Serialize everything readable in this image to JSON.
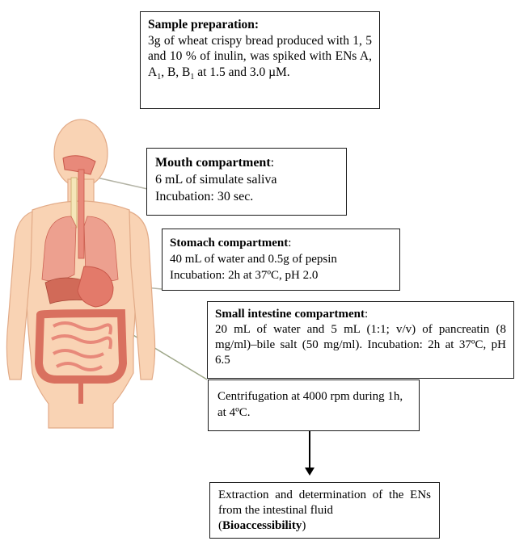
{
  "sample": {
    "title": "Sample preparation:",
    "text_a": "3g of wheat crispy bread produced with 1, 5 and 10 % of inulin, was spiked with ENs A, A",
    "sub_1": "1",
    "text_b": ", B, B",
    "sub_2": "1",
    "text_c": " at 1.5 and 3.0 µM."
  },
  "mouth": {
    "title": "Mouth compartment",
    "colon": ":",
    "line1": "6 mL of simulate saliva",
    "line2": "Incubation: 30 sec."
  },
  "stomach": {
    "title": "Stomach compartment",
    "colon": ":",
    "line1": "40 mL of water and 0.5g of pepsin",
    "line2": "Incubation: 2h at 37ºC, pH 2.0"
  },
  "intestine": {
    "title": "Small intestine compartment",
    "colon": ":",
    "text": "20 mL of water and 5 mL (1:1; v/v) of pancreatin (8 mg/ml)–bile salt (50 mg/ml). Incubation: 2h at 37ºC, pH 6.5"
  },
  "centrifugation": {
    "text": "Centrifugation at 4000 rpm during 1h, at 4ºC."
  },
  "extraction": {
    "text": "Extraction and determination of the ENs from the intestinal fluid",
    "open_paren": "(",
    "bold": "Bioaccessibility",
    "close_paren": ")"
  },
  "colors": {
    "skin": "#f9d3b4",
    "organ": "#e8897a",
    "organ_dark": "#c9584a",
    "connector": "#9fa88a"
  }
}
